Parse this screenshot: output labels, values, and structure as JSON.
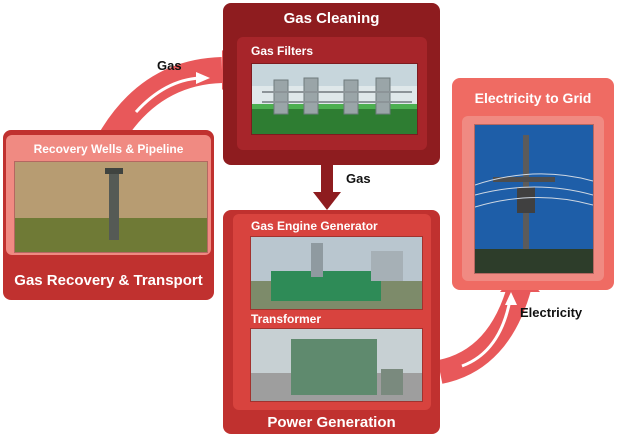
{
  "gas_cleaning": {
    "title": "Gas Cleaning",
    "sub_label": "Gas Filters"
  },
  "recovery": {
    "sub_label": "Recovery Wells & Pipeline",
    "title": "Gas Recovery & Transport"
  },
  "power": {
    "sub_label_1": "Gas Engine Generator",
    "sub_label_2": "Transformer",
    "title": "Power Generation"
  },
  "grid": {
    "title": "Electricity to Grid"
  },
  "flows": {
    "gas_1": "Gas",
    "gas_2": "Gas",
    "electricity": "Electricity"
  },
  "colors": {
    "dark_red": "#8e1c1f",
    "mid_red": "#c0312f",
    "light_red": "#ef6b63",
    "arrow": "#e8585a"
  }
}
